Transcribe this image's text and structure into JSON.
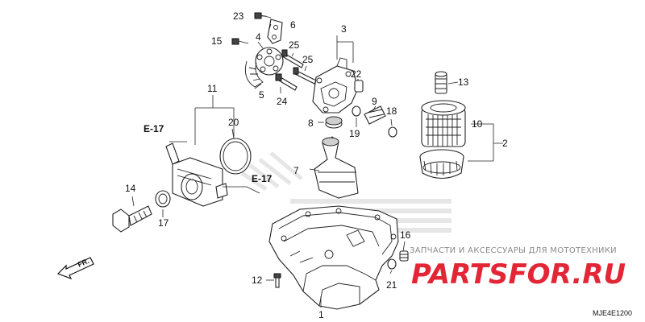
{
  "diagram": {
    "callouts": [
      {
        "id": "c1",
        "text": "1"
      },
      {
        "id": "c2",
        "text": "2"
      },
      {
        "id": "c3",
        "text": "3"
      },
      {
        "id": "c4",
        "text": "4"
      },
      {
        "id": "c5",
        "text": "5"
      },
      {
        "id": "c6",
        "text": "6"
      },
      {
        "id": "c7",
        "text": "7"
      },
      {
        "id": "c8",
        "text": "8"
      },
      {
        "id": "c9",
        "text": "9"
      },
      {
        "id": "c10",
        "text": "10"
      },
      {
        "id": "c11",
        "text": "11"
      },
      {
        "id": "c12",
        "text": "12"
      },
      {
        "id": "c13",
        "text": "13"
      },
      {
        "id": "c14",
        "text": "14"
      },
      {
        "id": "c15",
        "text": "15"
      },
      {
        "id": "c16",
        "text": "16"
      },
      {
        "id": "c17",
        "text": "17"
      },
      {
        "id": "c18",
        "text": "18"
      },
      {
        "id": "c19",
        "text": "19"
      },
      {
        "id": "c20",
        "text": "20"
      },
      {
        "id": "c21",
        "text": "21"
      },
      {
        "id": "c22",
        "text": "22"
      },
      {
        "id": "c23",
        "text": "23"
      },
      {
        "id": "c24",
        "text": "24"
      },
      {
        "id": "c25a",
        "text": "25"
      },
      {
        "id": "c25b",
        "text": "25"
      }
    ],
    "references": {
      "e17_left": "E-17",
      "e17_right": "E-17"
    },
    "direction_label": "FR.",
    "diagram_code": "MJE4E1200"
  },
  "watermark": {
    "subtitle": "ЗАПЧАСТИ И АКСЕССУАРЫ ДЛЯ МОТОТЕХНИКИ",
    "brand_main": "PARTSFOR",
    "brand_tld": ".RU",
    "brand_color": "#e32636"
  }
}
